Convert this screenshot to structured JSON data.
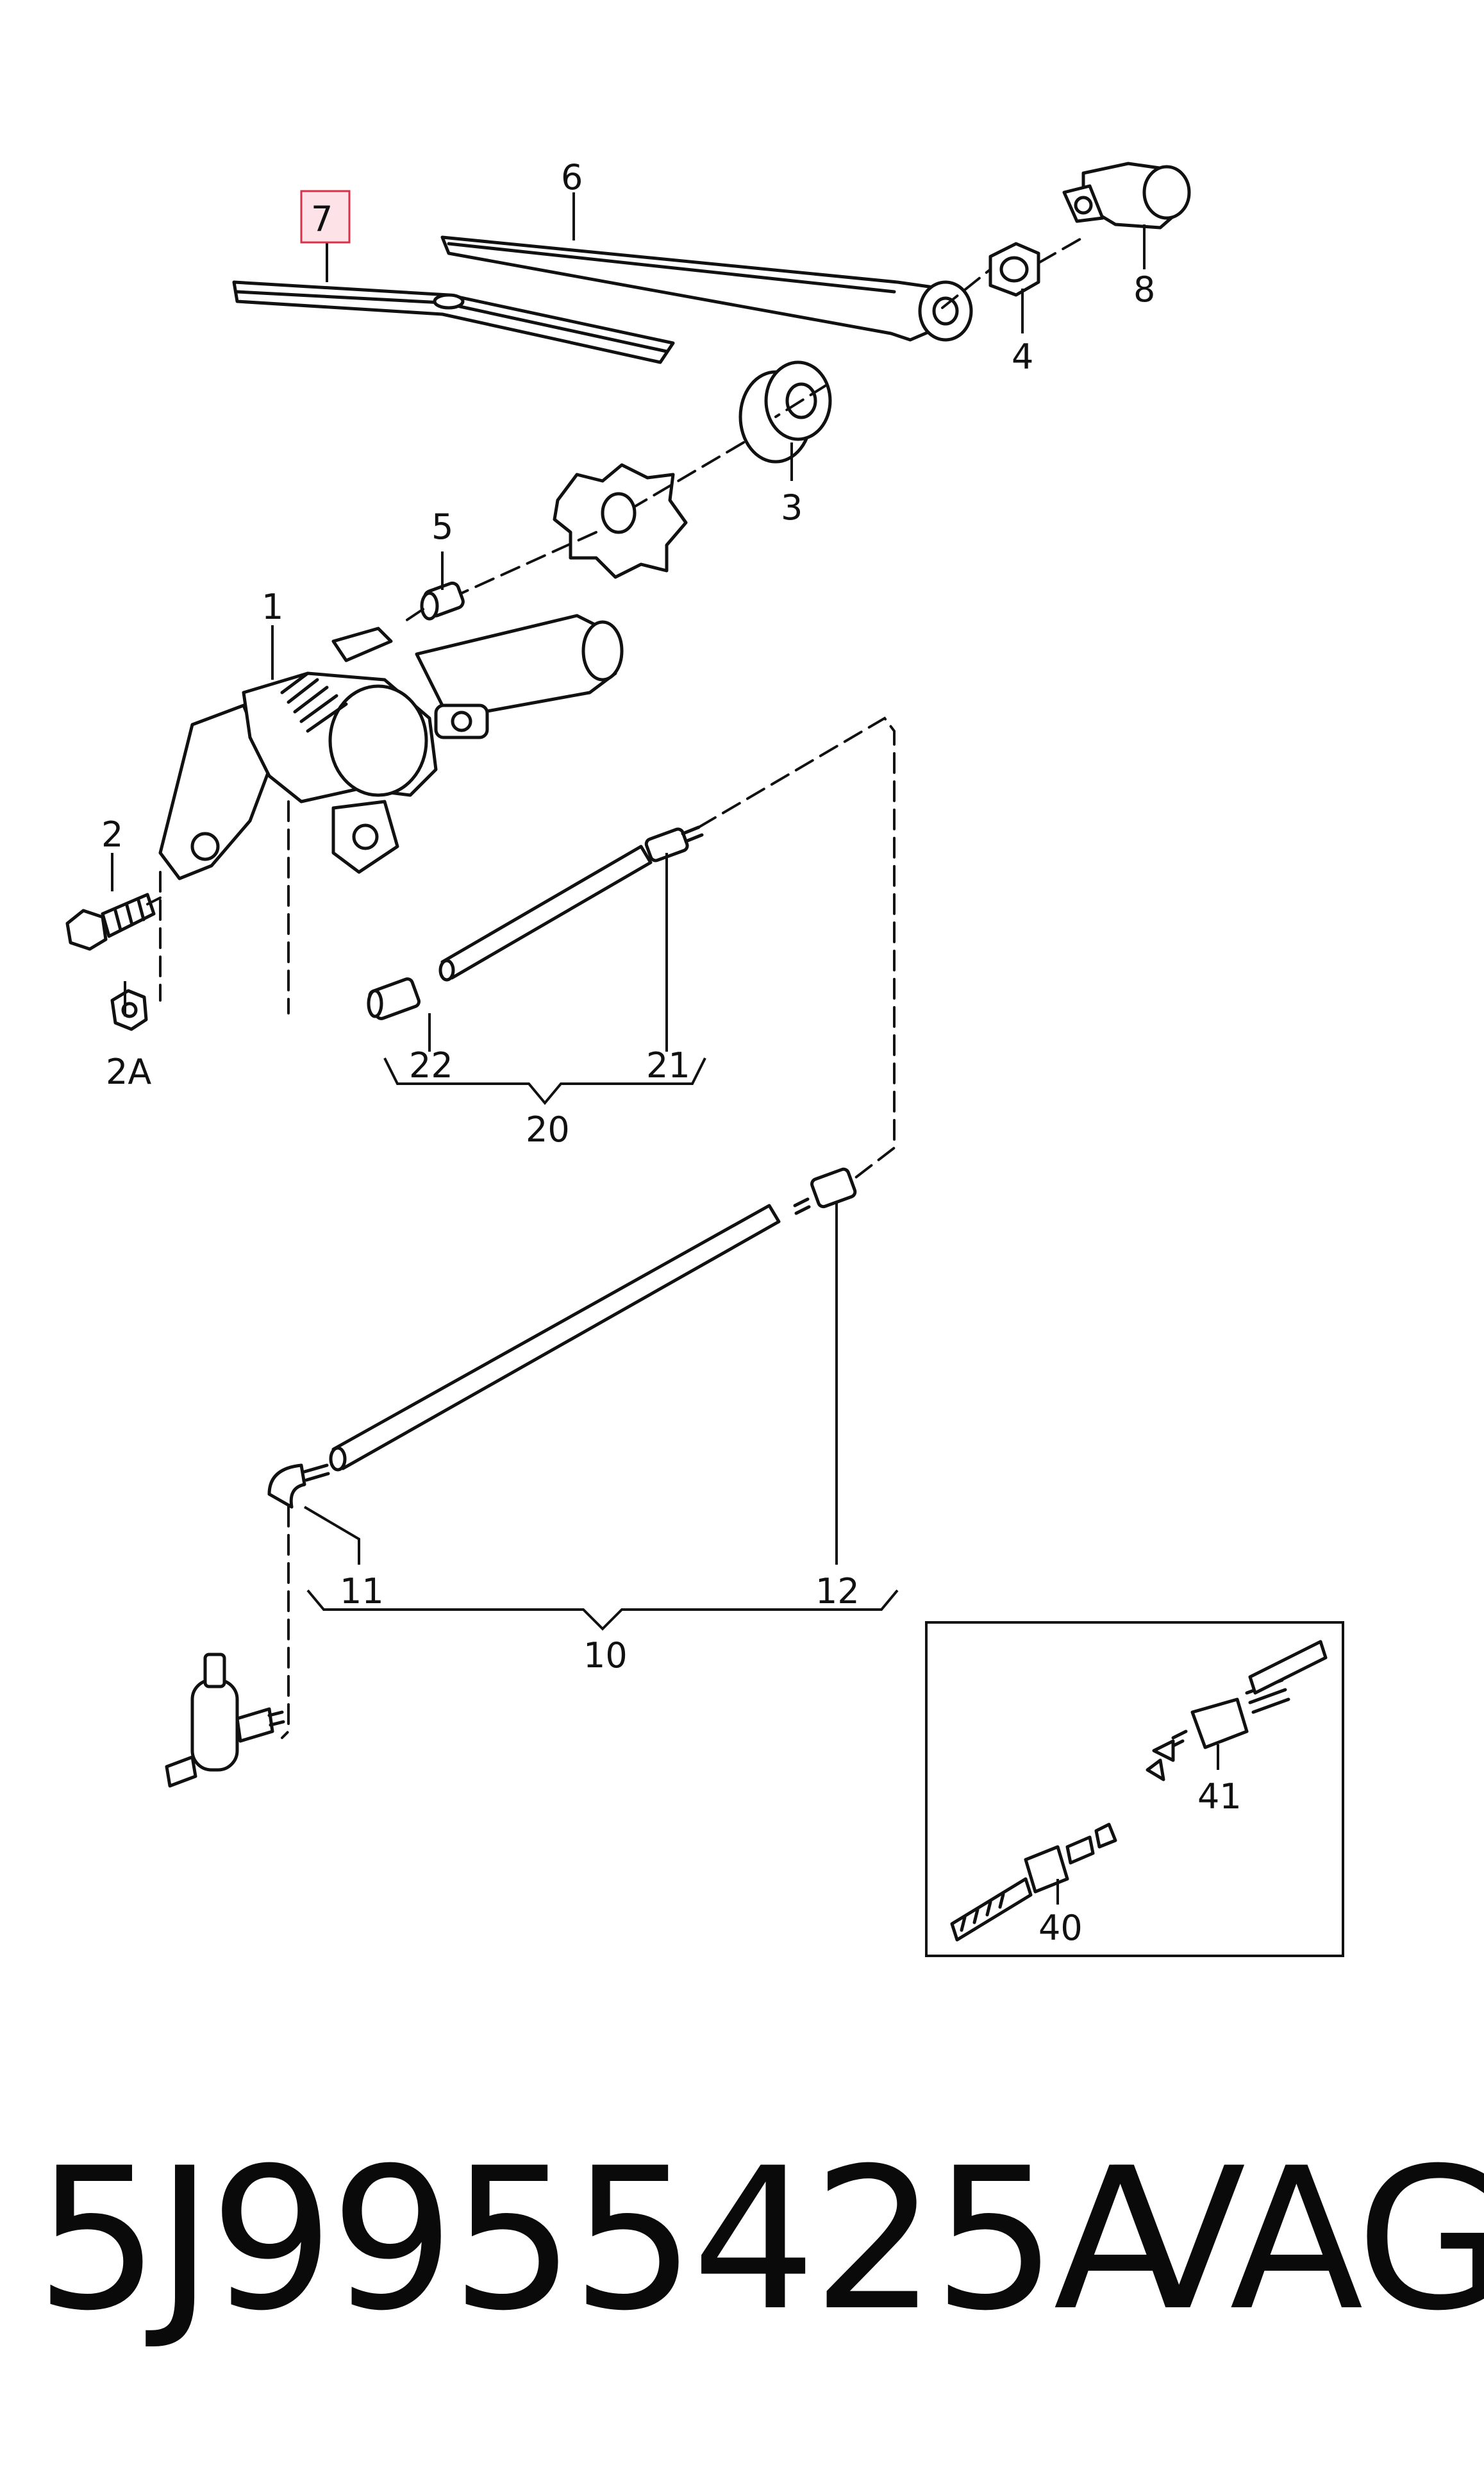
{
  "diagram": {
    "highlighted_part": "7",
    "parts": {
      "p1": "1",
      "p2": "2",
      "p2a": "2A",
      "p3": "3",
      "p4": "4",
      "p5": "5",
      "p6": "6",
      "p7": "7",
      "p8": "8",
      "p10": "10",
      "p11": "11",
      "p12": "12",
      "p20": "20",
      "p21": "21",
      "p22": "22",
      "p40": "40",
      "p41": "41"
    }
  },
  "footer": {
    "part_number": "5J9955425A",
    "brand": "VAG"
  },
  "colors": {
    "ink": "#111111",
    "highlight_fill": "#fde3e8",
    "highlight_border": "#d9304a",
    "background": "#ffffff"
  }
}
